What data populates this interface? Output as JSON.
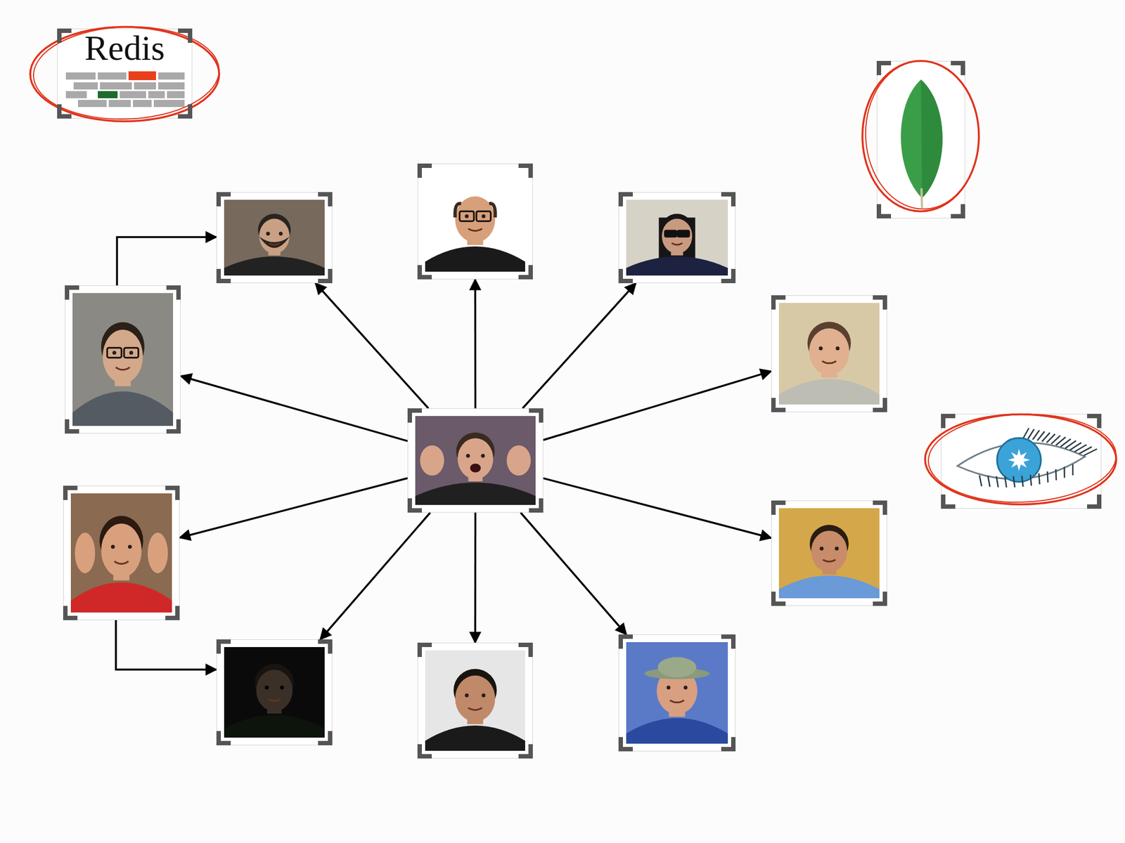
{
  "diagram": {
    "nodes": [
      {
        "text": [
          "Redis"
        ]
      },
      {
        "text": []
      },
      {
        "text": []
      },
      {
        "text": []
      },
      {
        "text": []
      },
      {
        "text": []
      },
      {
        "text": []
      },
      {
        "text": []
      },
      {
        "text": []
      },
      {
        "text": []
      },
      {
        "text": []
      },
      {
        "text": []
      },
      {
        "text": []
      },
      {
        "text": []
      }
    ],
    "edges": [
      {
        "from": 7,
        "to": 5,
        "arrow": "to"
      },
      {
        "from": 7,
        "to": 2,
        "arrow": "to"
      },
      {
        "from": 7,
        "to": 3,
        "arrow": "to"
      },
      {
        "from": 7,
        "to": 4,
        "arrow": "to"
      },
      {
        "from": 7,
        "to": 6,
        "arrow": "to"
      },
      {
        "from": 7,
        "to": 10,
        "arrow": "to"
      },
      {
        "from": 7,
        "to": 13,
        "arrow": "to"
      },
      {
        "from": 7,
        "to": 12,
        "arrow": "to"
      },
      {
        "from": 7,
        "to": 11,
        "arrow": "to"
      },
      {
        "from": 7,
        "to": 9,
        "arrow": "to"
      },
      {
        "from": 5,
        "to": 2,
        "arrow": "to"
      },
      {
        "from": 9,
        "to": 11,
        "arrow": "to"
      }
    ]
  }
}
